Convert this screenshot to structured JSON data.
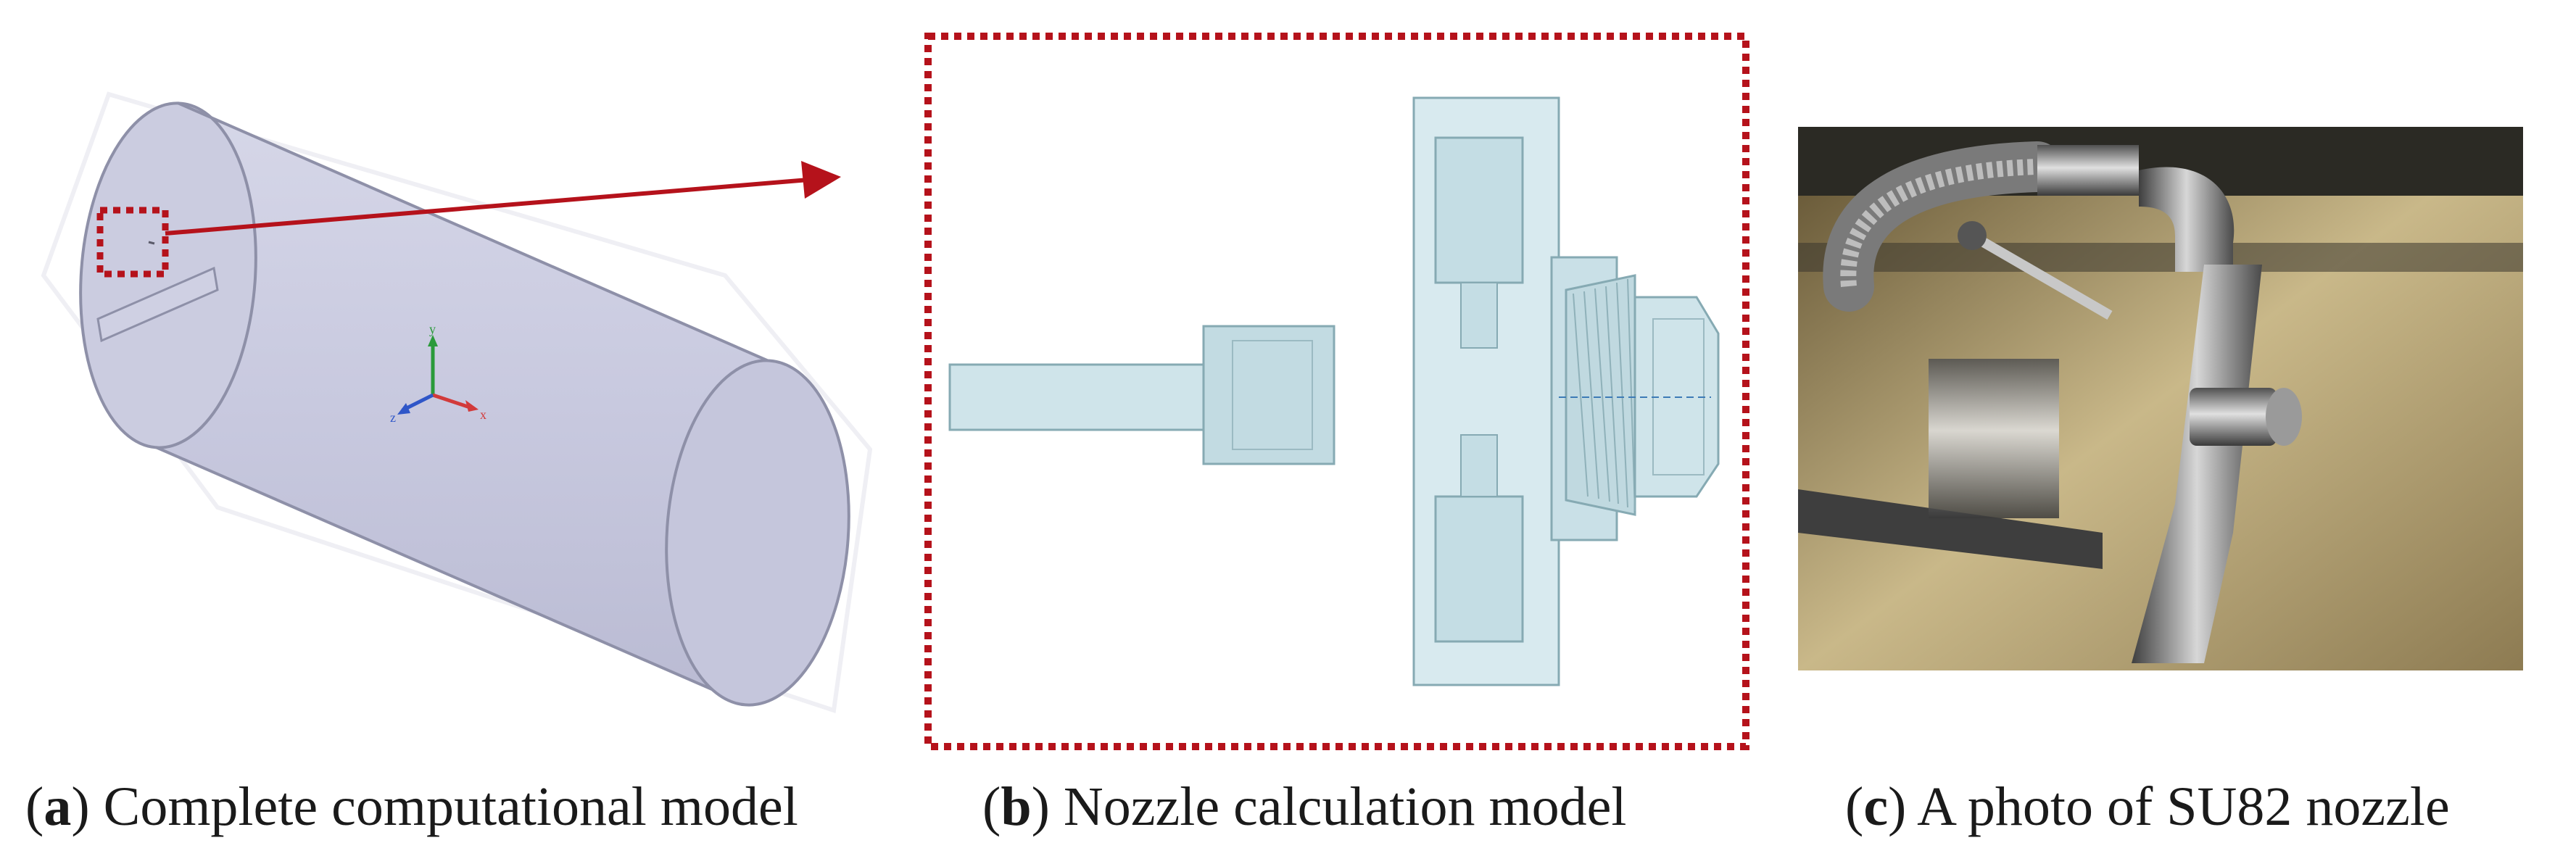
{
  "figure": {
    "captions": [
      {
        "letter": "a",
        "text": ") Complete computational model"
      },
      {
        "letter": "b",
        "text": ") Nozzle calculation model"
      },
      {
        "letter": "c",
        "text": ") A photo of SU82 nozzle"
      }
    ],
    "axis_triad": {
      "y": "y",
      "z": "z",
      "x": "x"
    },
    "colors": {
      "highlight": "#b5121b",
      "cad_body": "#c9cbe0",
      "cad_edge": "#8e90a8",
      "nozzle_fill": "#cfe4ea",
      "nozzle_edge": "#86aab3",
      "centerline": "#3d7bb6"
    }
  }
}
